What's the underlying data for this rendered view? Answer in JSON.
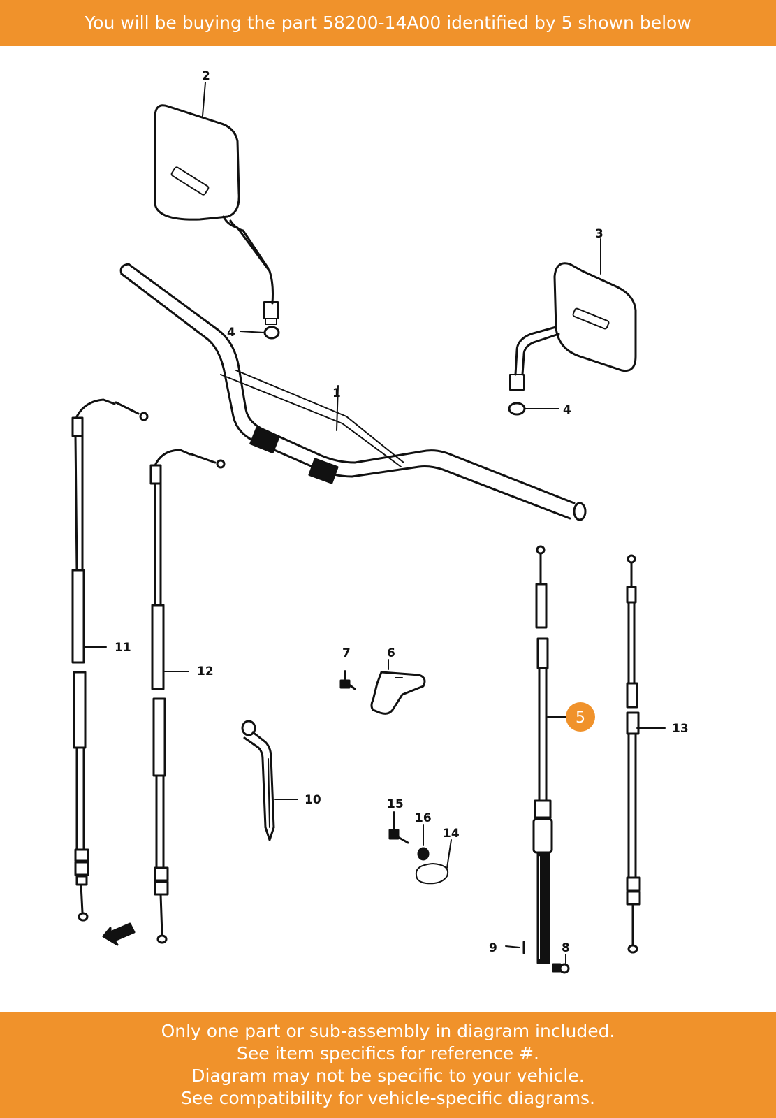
{
  "header": {
    "text": "You will be buying the part 58200-14A00 identified by 5 shown below"
  },
  "footer": {
    "lines": [
      "Only one part or sub-assembly in diagram included.",
      "See item specifics for reference #.",
      "Diagram may not be specific to your vehicle.",
      "See compatibility for vehicle-specific diagrams."
    ]
  },
  "diagram": {
    "labels": {
      "p1": "1",
      "p2": "2",
      "p3": "3",
      "p4a": "4",
      "p4b": "4",
      "p6": "6",
      "p7": "7",
      "p8": "8",
      "p9": "9",
      "p10": "10",
      "p11": "11",
      "p12": "12",
      "p13": "13",
      "p14": "14",
      "p15": "15",
      "p16": "16"
    },
    "highlight": {
      "number": "5"
    }
  },
  "colors": {
    "accent": "#f0922b",
    "line": "#111111"
  }
}
